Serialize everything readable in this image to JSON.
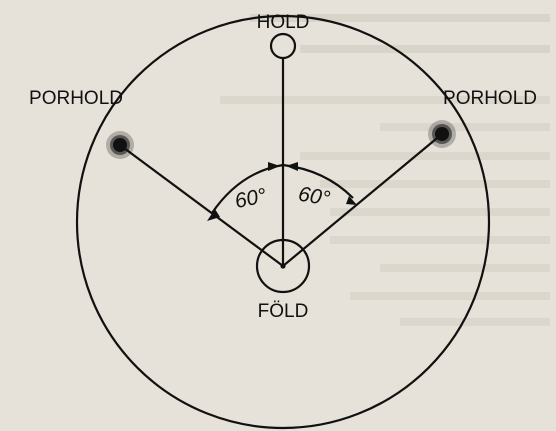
{
  "diagram": {
    "hold_label": "HOLD",
    "porhold_left_label": "PORHOLD",
    "porhold_right_label": "PORHOLD",
    "fold_label": "FÖLD",
    "angle_left_label": "60°",
    "angle_right_label": "60°",
    "colors": {
      "ink": "#111111",
      "paper": "#e6e2d9",
      "bleed_text": "#c9c4b8"
    }
  }
}
